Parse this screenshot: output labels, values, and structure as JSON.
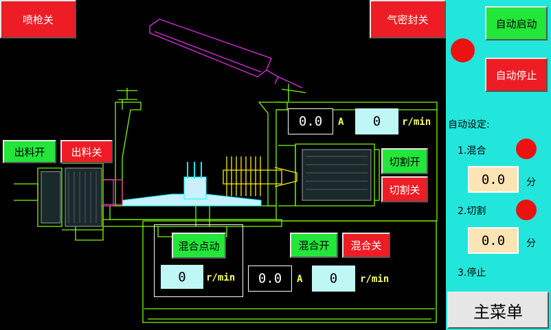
{
  "colors": {
    "background": "#000000",
    "panel": "#22e6dc",
    "green_button": "#22e63a",
    "red_button": "#ee1c24",
    "lamp_red": "#ee1111",
    "value_box": "#bff7f4",
    "setting_box": "#fde4b4",
    "unit_text": "#ffff66",
    "line_green": "#7cfc00",
    "line_magenta": "#d52fd5"
  },
  "top": {
    "spray_gun_off": "喷枪关",
    "airtight_off": "气密封关"
  },
  "discharge": {
    "open": "出料开",
    "close": "出料关"
  },
  "cutter": {
    "current_value": "0.0",
    "current_unit": "A",
    "speed_value": "0",
    "speed_unit": "r/min",
    "open": "切割开",
    "close": "切割关"
  },
  "mixer": {
    "jog": "混合点动",
    "jog_speed_value": "0",
    "jog_speed_unit": "r/min",
    "current_value": "0.0",
    "current_unit": "A",
    "speed_value": "0",
    "speed_unit": "r/min",
    "open": "混合开",
    "close": "混合关"
  },
  "side_panel": {
    "auto_start": "自动启动",
    "auto_stop": "自动停止",
    "auto_settings_title": "自动设定:",
    "step1_label": "1.混合",
    "step1_value": "0.0",
    "step1_unit": "分",
    "step2_label": "2.切割",
    "step2_value": "0.0",
    "step2_unit": "分",
    "step3_label": "3.停止",
    "main_menu": "主菜单"
  }
}
